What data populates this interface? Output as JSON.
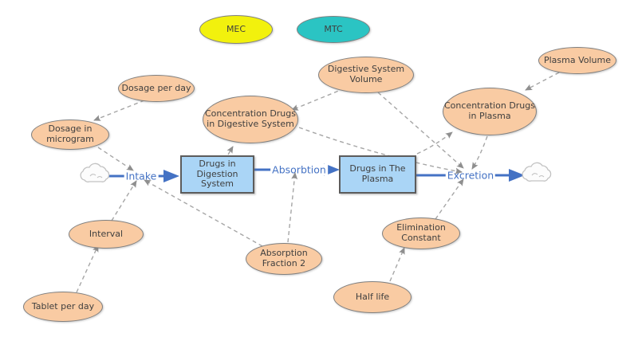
{
  "diagram": {
    "type": "stock-and-flow pharmacokinetics model"
  },
  "stocks": {
    "digestion": {
      "label": "Drugs in\nDigestion System"
    },
    "plasma": {
      "label": "Drugs in The\nPlasma"
    }
  },
  "flows": {
    "intake": {
      "label": "Intake"
    },
    "absorbtion": {
      "label": "Absorbtion"
    },
    "excretion": {
      "label": "Excretion"
    }
  },
  "variables": {
    "mec": {
      "label": "MEC",
      "fill": "#F2F10D"
    },
    "mtc": {
      "label": "MTC",
      "fill": "#2BC4C3"
    },
    "dosage_per_day": {
      "label": "Dosage per day"
    },
    "dosage_in_microgram": {
      "label": "Dosage in\nmicrogram"
    },
    "conc_digestive": {
      "label": "Concentration Drugs\nin Digestive System"
    },
    "digestive_volume": {
      "label": "Digestive System\nVolume"
    },
    "plasma_volume": {
      "label": "Plasma Volume"
    },
    "conc_plasma": {
      "label": "Concentration Drugs\nin Plasma"
    },
    "interval": {
      "label": "Interval"
    },
    "tablet_per_day": {
      "label": "Tablet per day"
    },
    "absorption_fraction": {
      "label": "Absorption\nFraction 2"
    },
    "elimination_constant": {
      "label": "Elimination\nConstant"
    },
    "half_life": {
      "label": "Half life"
    }
  },
  "connectors": [
    {
      "from": "dosage_per_day",
      "to": "dosage_in_microgram"
    },
    {
      "from": "dosage_in_microgram",
      "to": "intake"
    },
    {
      "from": "interval",
      "to": "intake"
    },
    {
      "from": "absorption_fraction",
      "to": "intake"
    },
    {
      "from": "tablet_per_day",
      "to": "interval"
    },
    {
      "from": "drugs_in_digestion_system",
      "to": "conc_digestive"
    },
    {
      "from": "digestive_volume",
      "to": "conc_digestive"
    },
    {
      "from": "absorption_fraction",
      "to": "absorbtion"
    },
    {
      "from": "conc_digestive",
      "to": "excretion"
    },
    {
      "from": "digestive_volume",
      "to": "excretion"
    },
    {
      "from": "drugs_in_the_plasma",
      "to": "conc_plasma"
    },
    {
      "from": "plasma_volume",
      "to": "conc_plasma"
    },
    {
      "from": "conc_plasma",
      "to": "excretion"
    },
    {
      "from": "elimination_constant",
      "to": "excretion"
    },
    {
      "from": "half_life",
      "to": "elimination_constant"
    }
  ],
  "icons": {
    "cloud_source": "cloud-icon",
    "cloud_sink": "cloud-icon"
  },
  "colors": {
    "variable_fill": "#F9CBA3",
    "variable_border": "#7F7F7F",
    "stock_fill": "#AAD5F6",
    "stock_border": "#5C5C5C",
    "flow_blue": "#4472C4",
    "connector_gray": "#A6A6A6",
    "arrowhead_gray": "#8F8F8F",
    "text": "#3F3F3F",
    "mec_yellow": "#F2F10D",
    "mtc_teal": "#2BC4C3"
  }
}
